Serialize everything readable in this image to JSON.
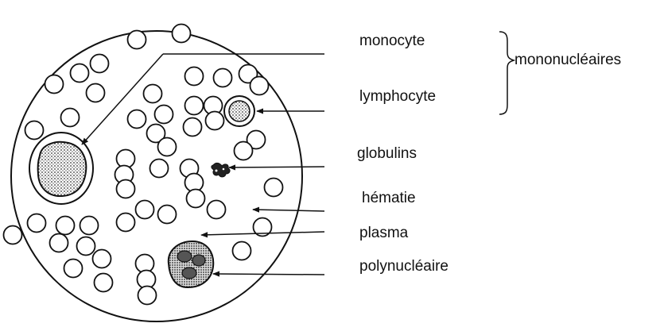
{
  "labels": {
    "monocyte": "monocyte",
    "lymphocyte": "lymphocyte",
    "group": "mononucléaires",
    "globulins": "globulins",
    "hematie": "hématie",
    "plasma": "plasma",
    "polynucleaire": "polynucléaire"
  },
  "colors": {
    "stroke": "#111111",
    "background": "#ffffff",
    "stipple": "#333333"
  }
}
